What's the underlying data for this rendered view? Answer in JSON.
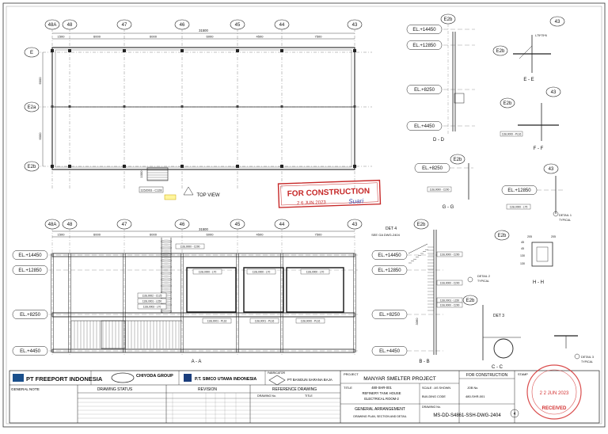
{
  "plan": {
    "grid_cols": [
      "48A",
      "48",
      "47",
      "46",
      "45",
      "44",
      "43"
    ],
    "grid_rows": [
      "E",
      "E2a",
      "E2b"
    ],
    "top_overall_dim": "31500",
    "top_dims": [
      "1500",
      "6000",
      "6000",
      "6000",
      "4500",
      "7500"
    ],
    "row_dims": [
      "6000",
      "6000"
    ],
    "ref_tag": "1152003 - C128",
    "ref_dim": "1000",
    "view_label": "TOP VIEW"
  },
  "section_aa": {
    "grid_cols": [
      "48A",
      "48",
      "47",
      "46",
      "45",
      "44",
      "43"
    ],
    "overall_dim": "31500",
    "dims": [
      "1500",
      "6000",
      "6000",
      "6000",
      "4500",
      "7500"
    ],
    "levels": [
      "EL.+14450",
      "EL.+12850",
      "EL.+8250",
      "EL.+4450"
    ],
    "det_label": "DET 4",
    "det_ref": "SEE GA DWG-2404",
    "view_label": "A - A",
    "member_tags": [
      "11SL0000 - C290",
      "11SL0000 - L70",
      "11SL0000 - L70",
      "11SL0000 - L70",
      "11SL0002 - C125",
      "11SL0001 - L150",
      "11SL0003 - L70",
      "11SL0001 - PL16",
      "11SL0001 - PL16",
      "11SL0000 - PL16"
    ]
  },
  "section_bb": {
    "levels": [
      "EL.+14450",
      "EL.+12850",
      "EL.+8250",
      "EL.+4450"
    ],
    "grid": "E2b",
    "view_label": "B - B",
    "tags": [
      "11SL0000 - C290",
      "11SL0000 - C200",
      "11SL0001 - L150"
    ],
    "dim": "3360"
  },
  "section_dd": {
    "grid": "E2b",
    "levels": [
      "EL.+14450",
      "EL.+12850",
      "EL.+8250",
      "EL.+4450"
    ],
    "view_label": "D - D"
  },
  "section_ee": {
    "grid_a": "E2b",
    "grid_b": "43",
    "tag": "L75*75*6",
    "view_label": "E - E"
  },
  "section_ff": {
    "grid_a": "E2b",
    "grid_b": "43",
    "tag": "11SL0000 - PL16",
    "view_label": "F - F"
  },
  "section_gg": {
    "grid": "E2b",
    "level": "EL.+8250",
    "tag": "11SL0000 - C200",
    "view_label": "G - G"
  },
  "section_hh": {
    "grid_a": "E2b",
    "grid_b": "43",
    "level": "EL.+12850",
    "tag": "11SL0000 - L75",
    "det_1": "DETAIL 1",
    "det_1_sub": "TYPICAL",
    "dims": [
      "205",
      "45",
      "45",
      "130",
      "205",
      "130"
    ],
    "view_label": "H - H"
  },
  "section_cc": {
    "grid": "E2b",
    "det_label": "DET 3",
    "det_2": "DETAIL 2",
    "det_2_sub": "TYPICAL",
    "det_3": "DETAIL 3",
    "det_3_sub": "TYPICAL",
    "view_label": "C - C"
  },
  "stamp": {
    "line1": "FOR CONSTRUCTION",
    "line2": "2 6 JUN 2023",
    "signature": "Suari",
    "color": "#c62828"
  },
  "received_stamp": {
    "date": "2 2 JUN 2023",
    "label": "RECEIVED",
    "color": "#d32f2f"
  },
  "title_block": {
    "logos": [
      "PT FREEPORT INDONESIA",
      "CHIYODA GROUP",
      "P.T. SIMCO UTAMA INDONESIA",
      "PT BANGUN SARANA BAJA"
    ],
    "general_note": "GENERAL NOTE",
    "drawing_status": "DRAWING STATUS",
    "revision": "REVISION",
    "reference_drawing": "REFERENCE DRAWING",
    "drawing_no_label": "DRAWING No.",
    "title_col": "TITLE",
    "fabricator": "FABRICATOR",
    "project_label": "PROJECT",
    "project": "MANYAR SMELTER PROJECT",
    "title_label": "TITLE",
    "title_lines": [
      "480-SHR-001",
      "REFINERY TANK HOUSE",
      "ELECTRICAL ROOM-2"
    ],
    "general_arrangement": "GENERAL ARRANGEMENT",
    "sub_title": "DRAWING PLAN, SECTION AND DETAIL",
    "status": "FOR CONSTRUCTION",
    "stamp_label": "STAMP",
    "scale": "SCALE : AS SHOWN",
    "job_no": "JOB No.",
    "building_code_label": "BUILDING CODE",
    "building_code": "480-SHR-001",
    "drawing_no": "MS-DD-S4861-SSH-DWG-2404",
    "rev": "4"
  }
}
